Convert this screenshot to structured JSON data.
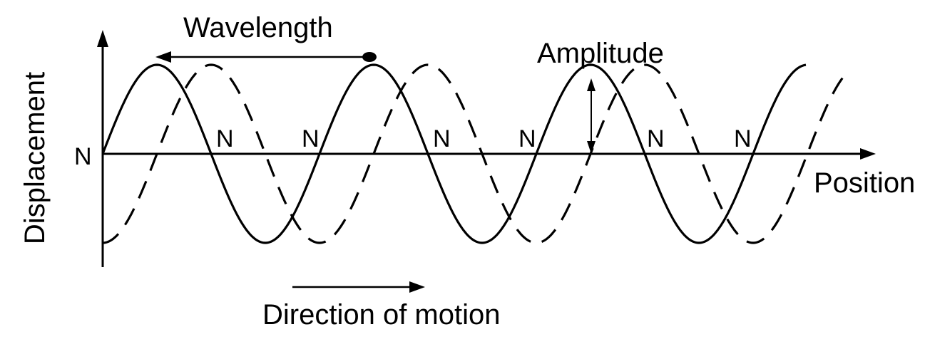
{
  "labels": {
    "wavelength": "Wavelength",
    "amplitude": "Amplitude",
    "y_axis": "Displacement",
    "x_axis": "Position",
    "direction": "Direction of motion",
    "node": "N"
  },
  "waves": {
    "solid": {
      "style": "solid",
      "color": "#000000"
    },
    "dashed": {
      "style": "dashed",
      "color": "#000000"
    }
  }
}
